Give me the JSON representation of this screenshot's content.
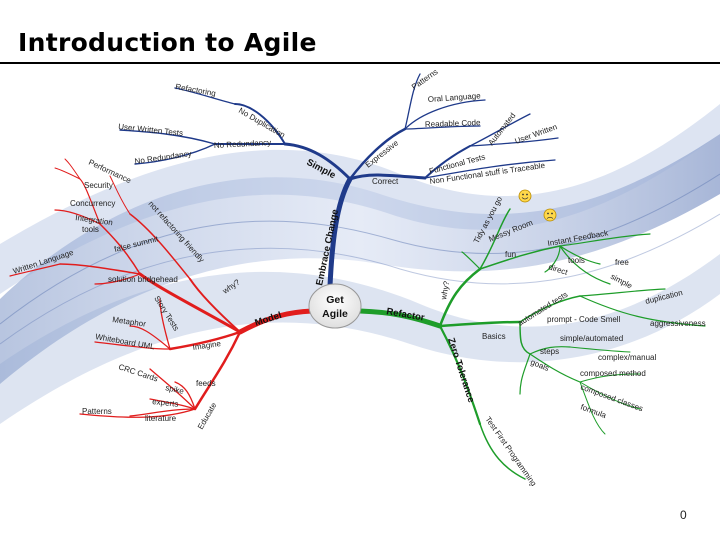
{
  "slide": {
    "title": "Introduction to Agile",
    "page_number": "0"
  },
  "colors": {
    "blue_branch": "#1f3a8a",
    "red_branch": "#e11d1d",
    "green_branch": "#1e9d2a",
    "swirl": "#7d95c6"
  },
  "mindmap": {
    "center": {
      "line1": "Get",
      "line2": "Agile"
    },
    "main_branches": {
      "embrace_change": "Embrace Change",
      "model": "Model",
      "refactor": "Refactor",
      "simple": "Simple",
      "expressive": "Expressive",
      "correct": "Correct",
      "why_red": "why?",
      "why_green": "why?"
    },
    "blue": {
      "refactoring": "Refactoring",
      "no_duplication": "No Duplication",
      "user_written_tests": "User Written Tests",
      "no_redundancy": "No Redundancy",
      "no_redundancy2": "No Redundancy",
      "patterns": "Patterns",
      "oral_language": "Oral Language",
      "readable_code": "Readable Code",
      "automated": "Automated",
      "user_written": "User Written",
      "functional_tests": "Functional Tests",
      "non_functional": "Non Functional stuff is Traceable"
    },
    "red": {
      "performance": "Performance",
      "security": "Security",
      "concurrency": "Concurrency",
      "integration": "Integration",
      "tools": "tools",
      "not_refactoring_friendly": "not refactoring friendly",
      "written_language": "Written Language",
      "false_summit": "false summit",
      "solution_bridgehead": "solution bridgehead",
      "story_tests": "Story Tests",
      "metaphor": "Metaphor",
      "whiteboard_uml": "Whiteboard UML",
      "imagine": "Imagine",
      "crc_cards": "CRC Cards",
      "feeds": "feeds",
      "spike": "spike",
      "experts": "experts",
      "educate": "Educate",
      "patterns": "Patterns",
      "literature": "literature"
    },
    "green": {
      "tidy_as_you_go": "Tidy as you go",
      "messy_room": "Messy Room",
      "instant_feedback": "Instant Feedback",
      "fun": "fun",
      "tools": "tools",
      "free": "free",
      "simple": "simple",
      "direct": "direct",
      "automated_tests": "automated tests",
      "duplication": "duplication",
      "prompt_code_smell": "prompt - Code Smell",
      "aggressiveness": "aggressiveness",
      "basics": "Basics",
      "simple_automated": "simple/automated",
      "steps": "steps",
      "complex_manual": "complex/manual",
      "goals": "goals",
      "composed_method": "composed method",
      "composed_classes": "composed classes",
      "formula": "formula",
      "zero_tolerance": "Zero Tolerance",
      "test_first": "Test First Programming"
    },
    "icons": {
      "smiley": "smiley-icon",
      "frown": "frown-icon"
    }
  }
}
